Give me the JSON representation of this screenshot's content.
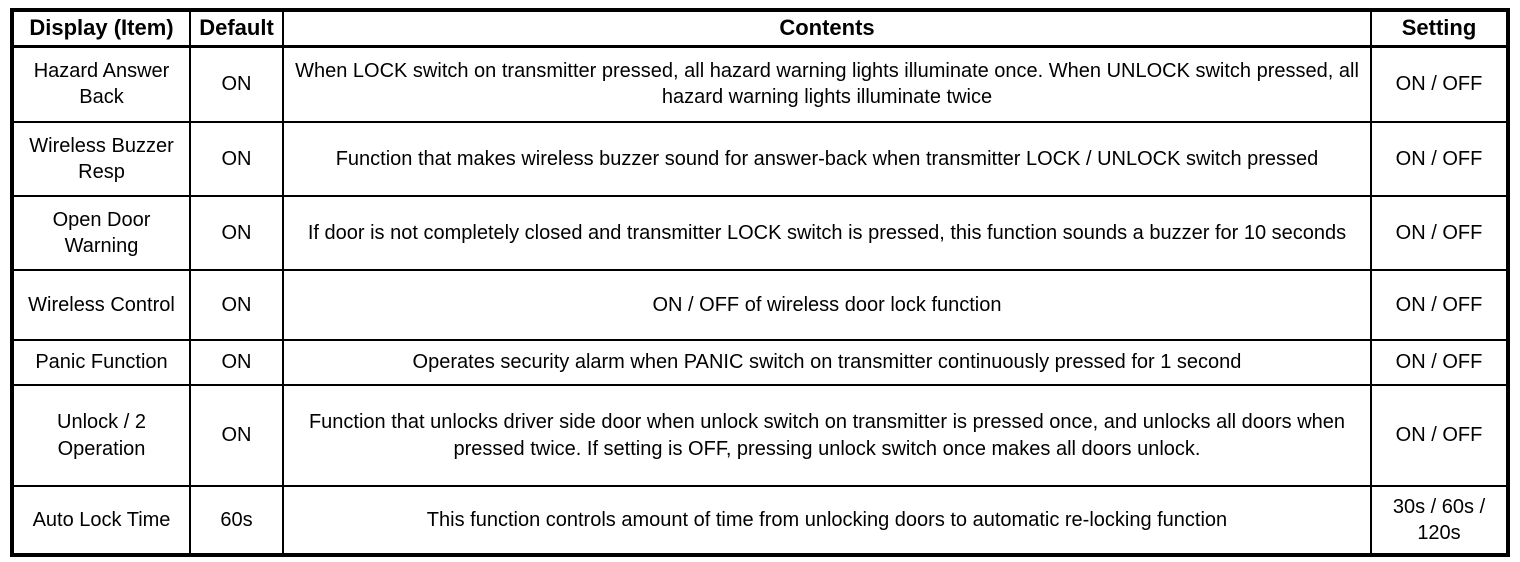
{
  "colors": {
    "border": "#000000",
    "text": "#000000",
    "background": "#ffffff"
  },
  "table": {
    "columns": [
      "Display (Item)",
      "Default",
      "Contents",
      "Setting"
    ],
    "rows": [
      {
        "display": "Hazard Answer Back",
        "default": "ON",
        "contents": "When LOCK switch on transmitter pressed, all hazard warning lights illuminate once. When UNLOCK switch pressed, all hazard warning lights illuminate twice",
        "setting": "ON / OFF"
      },
      {
        "display": "Wireless Buzzer Resp",
        "default": "ON",
        "contents": "Function that makes wireless buzzer sound for answer-back when transmitter LOCK / UNLOCK switch pressed",
        "setting": "ON / OFF"
      },
      {
        "display": "Open Door Warning",
        "default": "ON",
        "contents": "If door is not completely closed and transmitter LOCK switch is pressed, this function sounds a buzzer for 10 seconds",
        "setting": "ON / OFF"
      },
      {
        "display": "Wireless Control",
        "default": "ON",
        "contents": "ON / OFF of wireless door lock function",
        "setting": "ON / OFF"
      },
      {
        "display": "Panic Function",
        "default": "ON",
        "contents": "Operates security alarm when PANIC switch on transmitter continuously pressed for 1 second",
        "setting": "ON / OFF"
      },
      {
        "display": "Unlock / 2 Operation",
        "default": "ON",
        "contents": "Function that unlocks driver side door when unlock switch on transmitter is pressed once, and unlocks all doors when pressed twice. If setting is OFF, pressing unlock switch once makes all doors unlock.",
        "setting": "ON / OFF"
      },
      {
        "display": "Auto Lock Time",
        "default": "60s",
        "contents": "This function controls amount of time from unlocking doors to automatic re-locking function",
        "setting": "30s / 60s / 120s"
      }
    ]
  }
}
